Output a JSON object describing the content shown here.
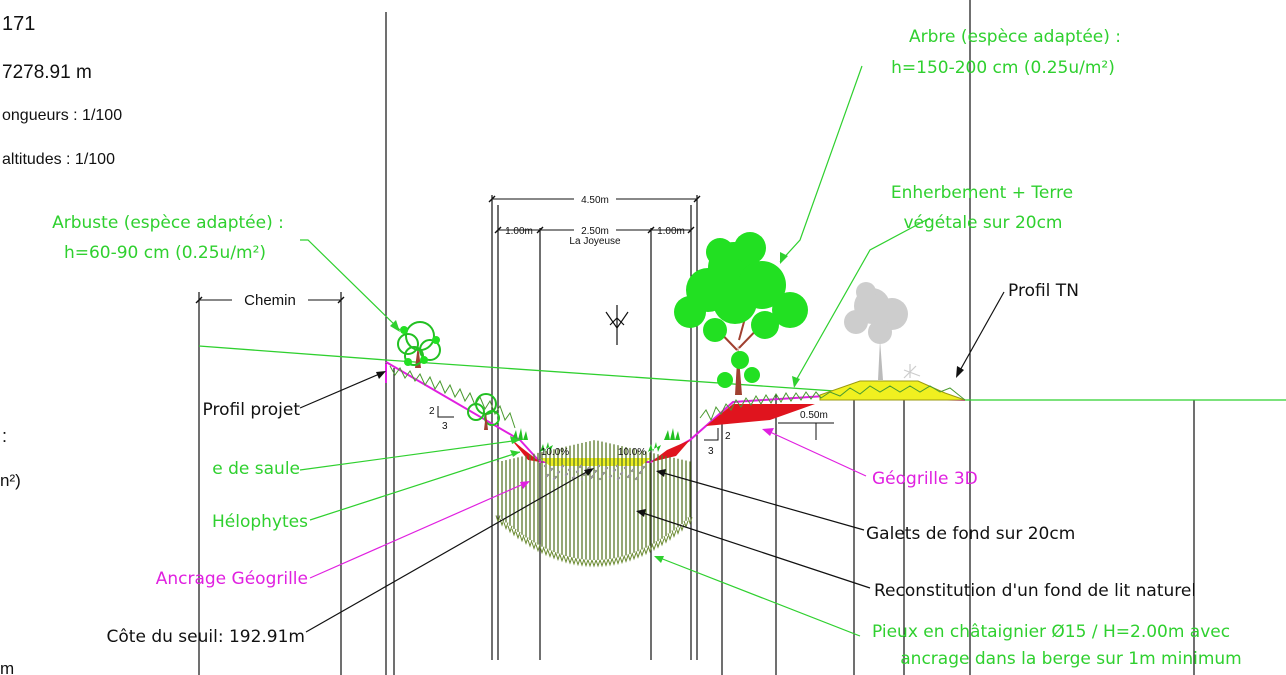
{
  "header": {
    "id_partial": "171",
    "distance": "7278.91 m",
    "scale_lengths": "ongueurs : 1/100",
    "scale_altitudes": "altitudes : 1/100",
    "colon": ":",
    "m2_partial": "n²)",
    "m_partial": "m"
  },
  "dimensions": {
    "total_width": "4.50m",
    "left_bank": "1.00m",
    "bed": "2.50m",
    "right_bank": "1.00m",
    "river_name": "La Joyeuse",
    "chemin": "Chemin",
    "slope_left": "10.0%",
    "slope_right": "10.0%",
    "offset": "0.50m",
    "ratio_left_v": "2",
    "ratio_left_h": "3",
    "ratio_right_v": "2",
    "ratio_right_h": "3"
  },
  "labels": {
    "arbre_line1": "Arbre  (espèce adaptée) :",
    "arbre_line2": "h=150-200 cm (0.25u/m²)",
    "arbuste_line1": "Arbuste (espèce adaptée) :",
    "arbuste_line2": "h=60-90 cm (0.25u/m²)",
    "enherbement_line1": "Enherbement + Terre",
    "enherbement_line2": "végétale sur 20cm",
    "profil_tn": "Profil TN",
    "profil_projet": "Profil projet",
    "saule": "e de saule",
    "helophytes": "Hélophytes",
    "ancrage": "Ancrage Géogrille",
    "geogrille": "Géogrille 3D",
    "galets": "Galets de fond sur 20cm",
    "reconstitution": "Reconstitution d'un fond de lit naturel",
    "pieux_line1": "Pieux en châtaignier Ø15 / H=2.00m avec",
    "pieux_line2": "ancrage dans la berge sur 1m minimum",
    "cote_seuil": "Côte du seuil: 192.91m"
  },
  "colors": {
    "label_green": "#2fd02f",
    "label_magenta": "#e020e0",
    "label_black": "#111111",
    "soil_red": "#e0141e",
    "tn_yellow": "#f0f020",
    "tree_green": "#22e022",
    "trunk": "#a04030",
    "ghost_tree": "#c8c8c8"
  }
}
